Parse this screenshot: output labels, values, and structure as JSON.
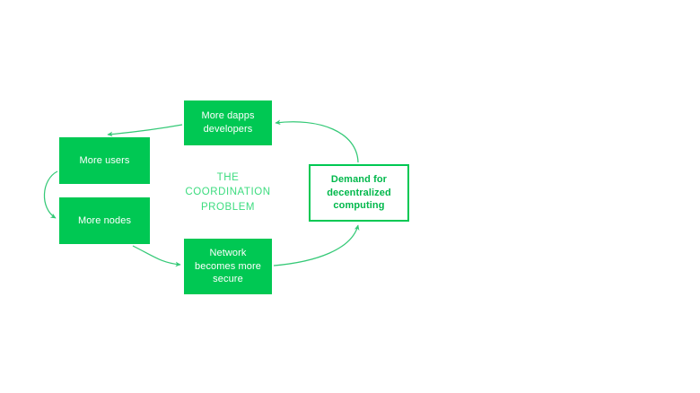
{
  "diagram": {
    "title_text": "THE\nCOORDINATION\nPROBLEM",
    "center_label_name": "the-coordination-problem",
    "colors": {
      "node_fill": "#00c853",
      "node_text": "#ffffff",
      "outlined_border": "#00c853",
      "outlined_text": "#00b84b",
      "center_text": "#3ddc7f",
      "arrow_stroke": "#35c977",
      "background": "#ffffff"
    },
    "nodes": [
      {
        "id": "more-dapps-developers",
        "label": "More dapps\ndevelopers",
        "style": "filled"
      },
      {
        "id": "more-users",
        "label": "More users",
        "style": "filled"
      },
      {
        "id": "more-nodes",
        "label": "More nodes",
        "style": "filled"
      },
      {
        "id": "network-becomes-more-secure",
        "label": "Network\nbecomes more\nsecure",
        "style": "filled"
      },
      {
        "id": "demand-for-decentralized-computing",
        "label": "Demand for\ndecentralized\ncomputing",
        "style": "outlined"
      }
    ],
    "edges": [
      {
        "id": "edge-dapps-to-users",
        "from": "more-dapps-developers",
        "to": "more-users"
      },
      {
        "id": "edge-users-to-nodes",
        "from": "more-users",
        "to": "more-nodes"
      },
      {
        "id": "edge-nodes-to-network",
        "from": "more-nodes",
        "to": "network-becomes-more-secure"
      },
      {
        "id": "edge-network-to-demand",
        "from": "network-becomes-more-secure",
        "to": "demand-for-decentralized-computing"
      },
      {
        "id": "edge-demand-to-dapps",
        "from": "demand-for-decentralized-computing",
        "to": "more-dapps-developers"
      }
    ]
  }
}
